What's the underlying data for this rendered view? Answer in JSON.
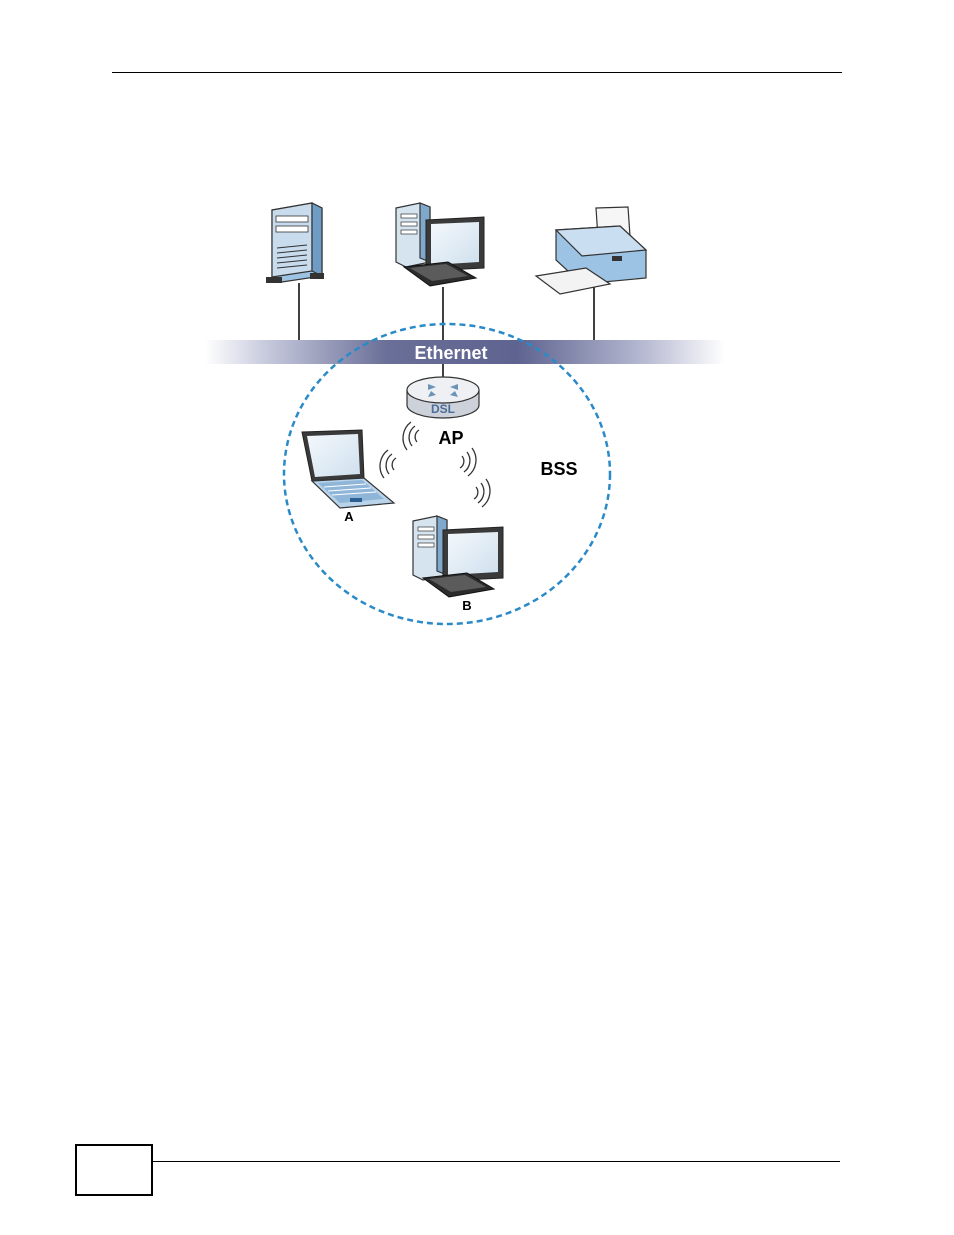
{
  "diagram": {
    "ethernet_label": "Ethernet",
    "ap_label": "AP",
    "router_badge": "DSL",
    "bss_label": "BSS",
    "station_a_label": "A",
    "station_b_label": "B"
  },
  "footer": {
    "page_number": ""
  },
  "colors": {
    "ethernet_bar": "#6b6f9a",
    "bss_circle": "#2a8ac7",
    "device_blue": "#7fb2d8",
    "router_gray": "#e3e5ea"
  }
}
